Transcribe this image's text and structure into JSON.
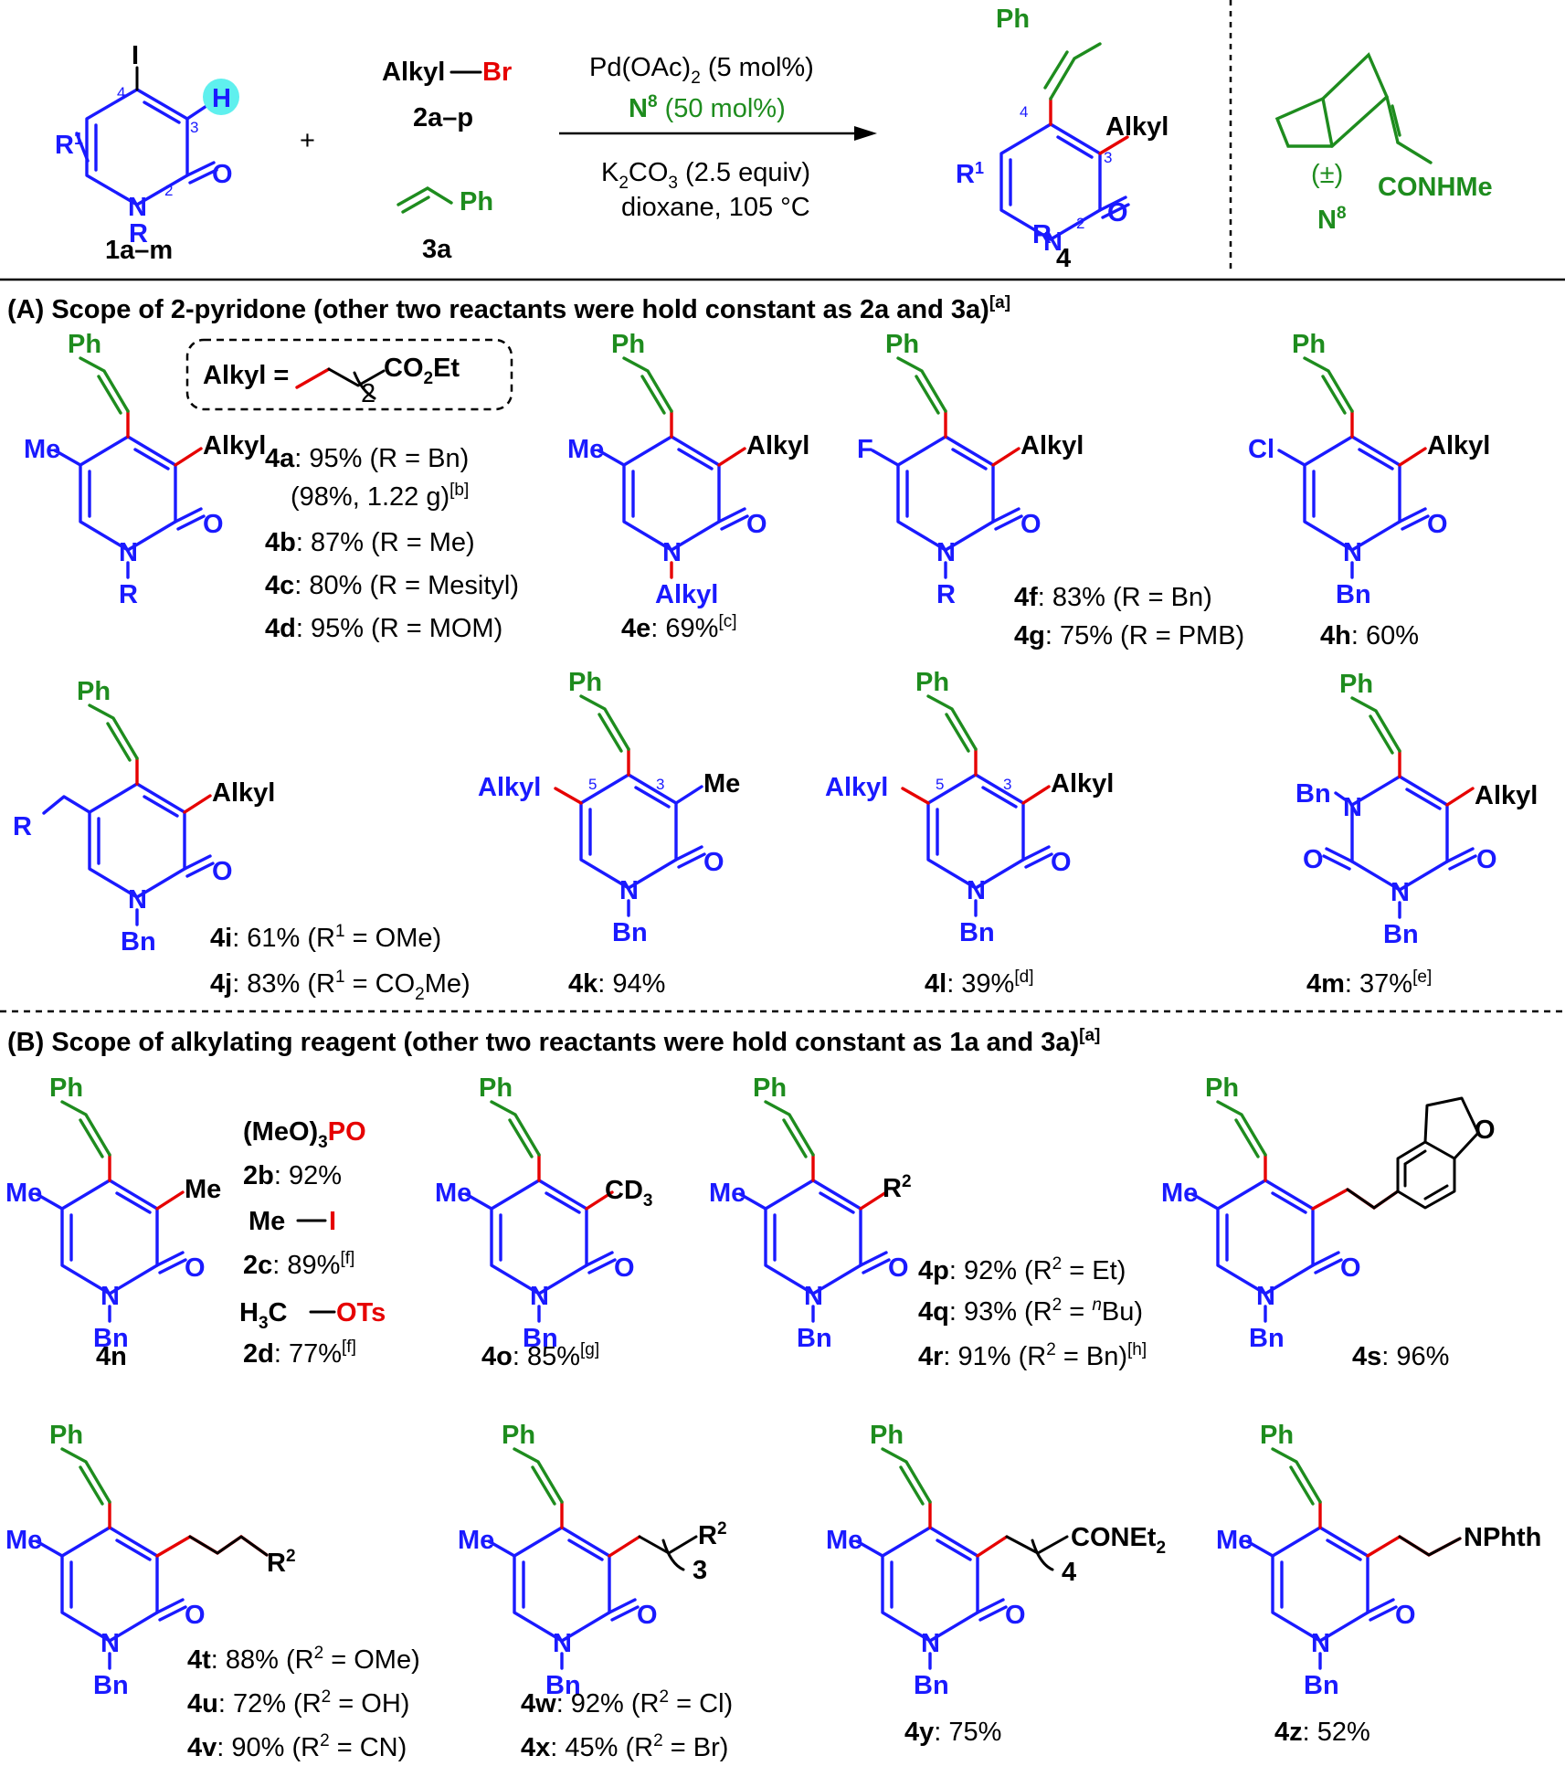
{
  "reaction": {
    "substrate": {
      "id": "1a–m",
      "r1": "R",
      "r1_sup": "1",
      "r": "R",
      "i": "I",
      "h": "H",
      "n": "N",
      "o": "O",
      "pos4": "4",
      "pos3": "3",
      "pos2": "2"
    },
    "plus": "+",
    "alkyl_br": {
      "alkyl": "Alkyl",
      "br": "Br",
      "id": "2a–p"
    },
    "styrene": {
      "ph": "Ph",
      "id": "3a"
    },
    "conditions": {
      "cat_pre": "Pd(OAc)",
      "cat_sub": "2",
      "cat_post": " (5 mol%)",
      "ligand": "N",
      "ligand_sup": "8",
      "ligand_post": " (50 mol%)",
      "base_pre": "K",
      "base_sub1": "2",
      "base_mid": "CO",
      "base_sub2": "3",
      "base_post": " (2.5 equiv)",
      "solvent": "dioxane, 105 °C"
    },
    "product": {
      "id": "4",
      "ph": "Ph",
      "alkyl": "Alkyl",
      "r1": "R",
      "r1_sup": "1",
      "r": "R",
      "n": "N",
      "o": "O",
      "pos4": "4",
      "pos3": "3",
      "pos2": "2"
    },
    "ligand": {
      "racemic": "(±)",
      "group": "CONHMe",
      "name": "N",
      "name_sup": "8"
    }
  },
  "section_a": {
    "title": "(A) Scope of 2-pyridone (other two reactants were hold constant as 2a and 3a)",
    "title_sup": "[a]",
    "alkyl_def": {
      "label": "Alkyl =",
      "group_pre": "CO",
      "group_sub": "2",
      "group_post": "Et",
      "sub": "2"
    },
    "items": [
      {
        "id": "4a",
        "text": ": 95% (R = Bn)"
      },
      {
        "id": "",
        "text": "(98%, 1.22 g)",
        "sup": "[b]"
      },
      {
        "id": "4b",
        "text": ": 87% (R = Me)"
      },
      {
        "id": "4c",
        "text": ": 80% (R = Mesityl)"
      },
      {
        "id": "4d",
        "text": ": 95% (R = MOM)"
      },
      {
        "id": "4e",
        "text": ": 69%",
        "sup": "[c]"
      },
      {
        "id": "4f",
        "text": ": 83% (R = Bn)"
      },
      {
        "id": "4g",
        "text": ": 75% (R = PMB)"
      },
      {
        "id": "4h",
        "text": ": 60%"
      },
      {
        "id": "4i",
        "text": ": 61% (R",
        "sup": "1",
        "text2": " = OMe)"
      },
      {
        "id": "4j",
        "text": ": 83% (R",
        "sup": "1",
        "text2": " = CO",
        "sub": "2",
        "text3": "Me)"
      },
      {
        "id": "4k",
        "text": ": 94%"
      },
      {
        "id": "4l",
        "text": ": 39%",
        "sup": "[d]"
      },
      {
        "id": "4m",
        "text": ": 37%",
        "sup": "[e]"
      }
    ]
  },
  "section_b": {
    "title": "(B) Scope of alkylating reagent (other two reactants were hold constant as 1a and 3a)",
    "title_sup": "[a]",
    "reagents": [
      {
        "pre": "(MeO)",
        "sub": "3",
        "post": "PO",
        "id": "2b",
        "yield": ": 92%"
      },
      {
        "pre": "Me",
        "post": "I",
        "id": "2c",
        "yield": ": 89%",
        "sup": "[f]"
      },
      {
        "pre": "H",
        "sub": "3",
        "mid": "C",
        "post": "OTs",
        "id": "2d",
        "yield": ": 77%",
        "sup": "[f]"
      }
    ],
    "items": [
      {
        "id": "4n",
        "text": ""
      },
      {
        "id": "4o",
        "text": ": 85%",
        "sup": "[g]",
        "group": "CD",
        "group_sub": "3"
      },
      {
        "id": "4p",
        "text": ": 92% (R",
        "sup": "2",
        "text2": " = Et)"
      },
      {
        "id": "4q",
        "text": ": 93% (R",
        "sup": "2",
        "text2": " = ",
        "sup2": "n",
        "text3": "Bu)"
      },
      {
        "id": "4r",
        "text": ": 91% (R",
        "sup": "2",
        "text2": " = Bn)",
        "sup3": "[h]"
      },
      {
        "id": "4s",
        "text": ": 96%"
      },
      {
        "id": "4t",
        "text": ": 88% (R",
        "sup": "2",
        "text2": " = OMe)"
      },
      {
        "id": "4u",
        "text": ": 72% (R",
        "sup": "2",
        "text2": " = OH)"
      },
      {
        "id": "4v",
        "text": ": 90% (R",
        "sup": "2",
        "text2": " = CN)"
      },
      {
        "id": "4w",
        "text": ": 92% (R",
        "sup": "2",
        "text2": " = Cl)"
      },
      {
        "id": "4x",
        "text": ": 45% (R",
        "sup": "2",
        "text2": " = Br)"
      },
      {
        "id": "4y",
        "text": ": 75%",
        "group": "CONEt",
        "group_sub": "2",
        "n": "4"
      },
      {
        "id": "4z",
        "text": ": 52%",
        "group": "NPhth"
      }
    ]
  },
  "labels": {
    "ph": "Ph",
    "me": "Me",
    "alkyl": "Alkyl",
    "n": "N",
    "o": "O",
    "bn": "Bn",
    "r": "R",
    "f": "F",
    "cl": "Cl",
    "r1": "R",
    "r2": "R",
    "one": "1",
    "two": "2",
    "three": "3",
    "five": "5",
    "sub3": "3",
    "pos5": "5",
    "pos3": "3"
  },
  "colors": {
    "ring": "#1a1aff",
    "vinyl": "#1e8c1e",
    "new_bond": "#e60000",
    "text": "#000000"
  }
}
